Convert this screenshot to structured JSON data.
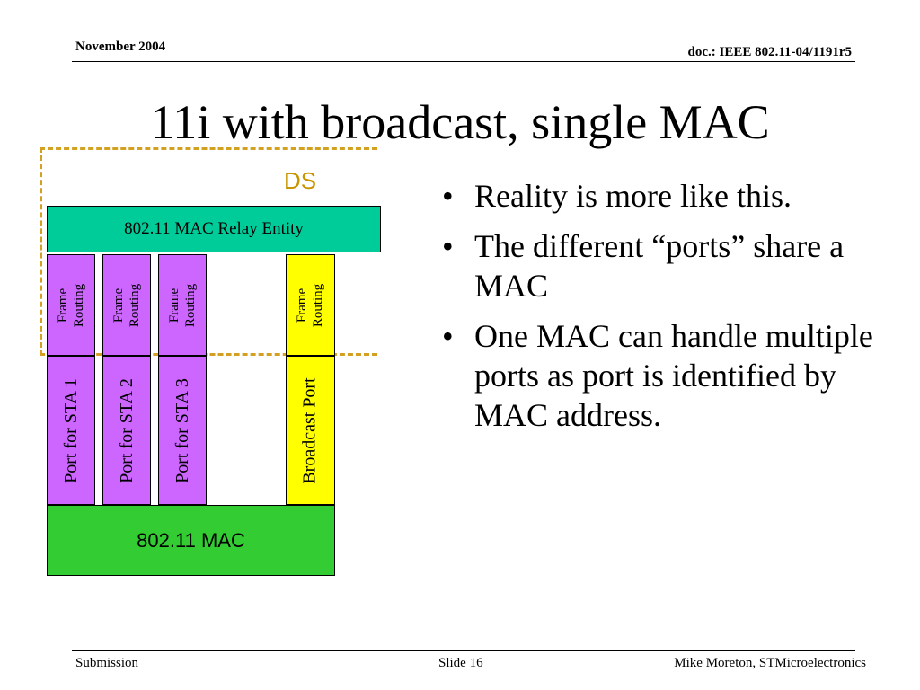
{
  "header": {
    "date": "November 2004",
    "doc": "doc.: IEEE 802.11-04/1191r5"
  },
  "title": "11i with broadcast, single MAC",
  "diagram": {
    "ds_label": "DS",
    "relay_entity": "802.11 MAC Relay Entity",
    "routing_line1": "Frame",
    "routing_line2": "Routing",
    "ports": [
      "Port for STA 1",
      "Port for STA 2",
      "Port for STA 3",
      "Broadcast Port"
    ],
    "mac": "802.11 MAC",
    "colors": {
      "relay": "#00cc99",
      "port": "#cc66ff",
      "broadcast": "#ffff00",
      "mac": "#33cc33",
      "ds_border": "#d4a020"
    }
  },
  "bullets": [
    "Reality is more like this.",
    "The different “ports” share a MAC",
    "One MAC can handle multiple ports as port is identified by MAC address."
  ],
  "footer": {
    "left": "Submission",
    "slide": "Slide 16",
    "author": "Mike Moreton, STMicroelectronics"
  }
}
